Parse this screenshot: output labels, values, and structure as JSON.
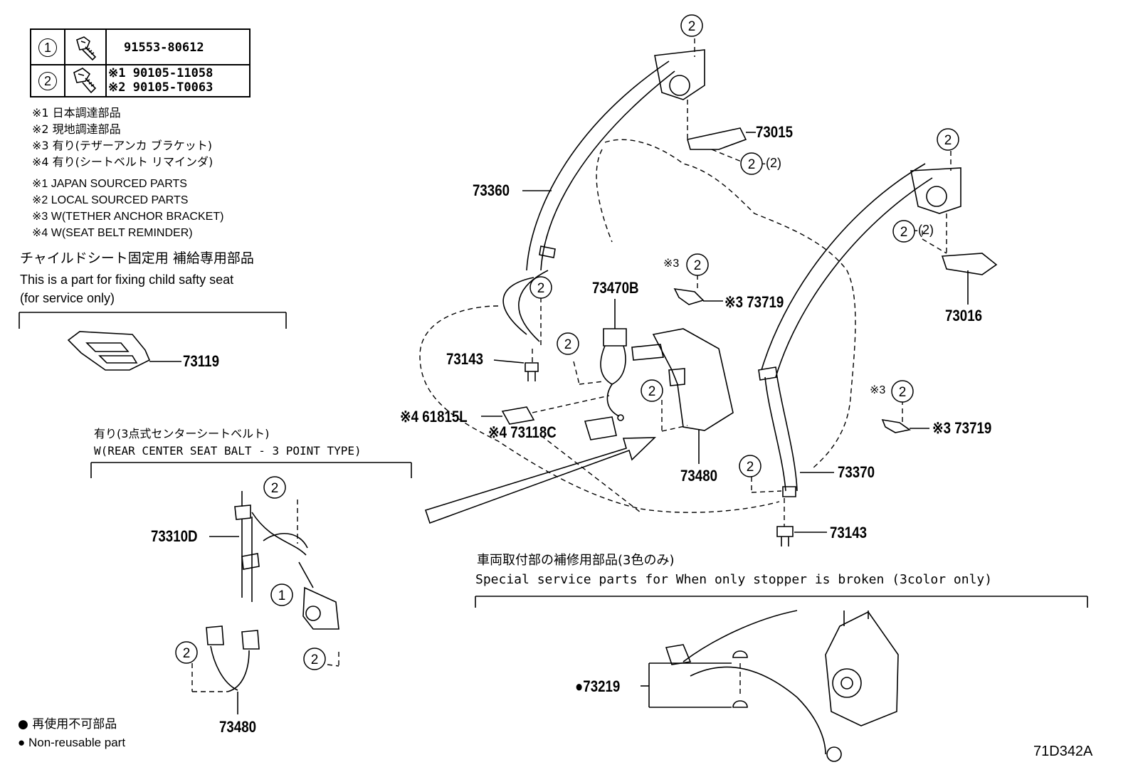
{
  "legend_table": {
    "rows": [
      {
        "callout": "1",
        "icon": "bolt-icon",
        "part": "91553-80612"
      },
      {
        "callout": "2",
        "icon": "bolt-icon",
        "parts": [
          "※1  90105-11058",
          "※2  90105-T0063"
        ]
      }
    ]
  },
  "notes_jp": [
    "※1  日本調達部品",
    "※2  現地調達部品",
    "※3 有り(テザーアンカ ブラケット)",
    "※4 有り(シートベルト リマインダ)"
  ],
  "notes_en": [
    "※1  JAPAN SOURCED PARTS",
    "※2  LOCAL SOURCED PARTS",
    "※3 W(TETHER ANCHOR BRACKET)",
    "※4 W(SEAT BELT REMINDER)"
  ],
  "child_seat": {
    "title_jp": "チャイルドシート固定用  補給専用部品",
    "title_en1": "This is a part for fixing child safty seat",
    "title_en2": "(for service only)",
    "part": "73119"
  },
  "center_belt": {
    "title_jp": "有り(3点式センターシートベルト)",
    "title_en": "W(REAR CENTER SEAT BALT - 3 POINT TYPE)",
    "parts": {
      "retractor": "73310D",
      "buckle": "73480"
    }
  },
  "stopper_section": {
    "title_jp": "車両取付部の補修用部品(3色のみ)",
    "title_en": "Special  service  parts  for  When  only  stopper  is  broken  (3color  only)",
    "part": "●73219"
  },
  "footer": {
    "note_jp": "●  再使用不可部品",
    "note_en": "●  Non-reusable part",
    "diagram_id": "71D342A"
  },
  "labels": {
    "l73360": "73360",
    "l73015": "73015",
    "l73016": "73016",
    "l73470b": "73470B",
    "l73719a": "※3 73719",
    "l73719b": "※3 73719",
    "l73143a": "73143",
    "l73143b": "73143",
    "l61815l": "※4 61815L",
    "l73118c": "※4 73118C",
    "l73480": "73480",
    "l73370": "73370",
    "c2p2a": "-(2)",
    "c2p2b": "-(2)",
    "star3a": "※3",
    "star3b": "※3"
  }
}
